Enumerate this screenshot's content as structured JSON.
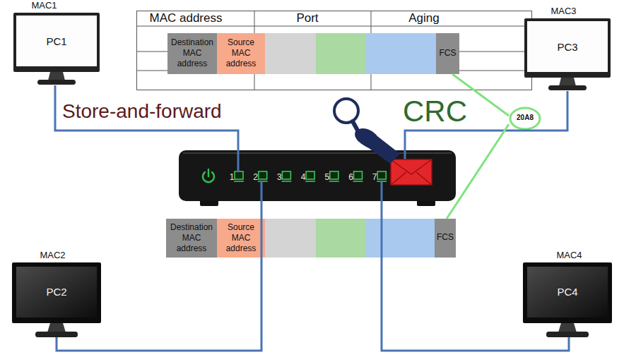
{
  "diagram": {
    "nodes": [
      {
        "text": [
          "MAC1",
          "PC1"
        ]
      },
      {
        "text": [
          "MAC address",
          "Port",
          "Aging"
        ]
      },
      {
        "text": [
          "Destination MAC address"
        ],
        "in": 1
      },
      {
        "text": [
          "Source MAC address"
        ],
        "in": 1
      },
      {
        "text": [
          "FCS"
        ],
        "in": 1
      },
      {
        "text": [
          "MAC3",
          "PC3"
        ]
      },
      {
        "text": [
          "20A8"
        ]
      },
      {
        "text": [
          "1",
          "2",
          "3",
          "4",
          "5",
          "6",
          "7"
        ]
      },
      {
        "text": [
          "Destination MAC address"
        ]
      },
      {
        "text": [
          "Source MAC address"
        ]
      },
      {
        "text": [
          "FCS"
        ]
      },
      {
        "text": [
          "MAC2",
          "PC2"
        ]
      },
      {
        "text": [
          "MAC4",
          "PC4"
        ]
      }
    ],
    "edges": [
      {
        "from": 0,
        "to": 7,
        "arrow": "none"
      },
      {
        "from": 5,
        "to": 7,
        "arrow": "none"
      },
      {
        "from": 7,
        "to": 11,
        "arrow": "none"
      },
      {
        "from": 7,
        "to": 12,
        "arrow": "none"
      },
      {
        "from": 6,
        "to": 4,
        "arrow": "none"
      },
      {
        "from": 6,
        "to": 10,
        "arrow": "none"
      }
    ],
    "labels": [
      "Store-and-forward",
      "CRC"
    ]
  }
}
